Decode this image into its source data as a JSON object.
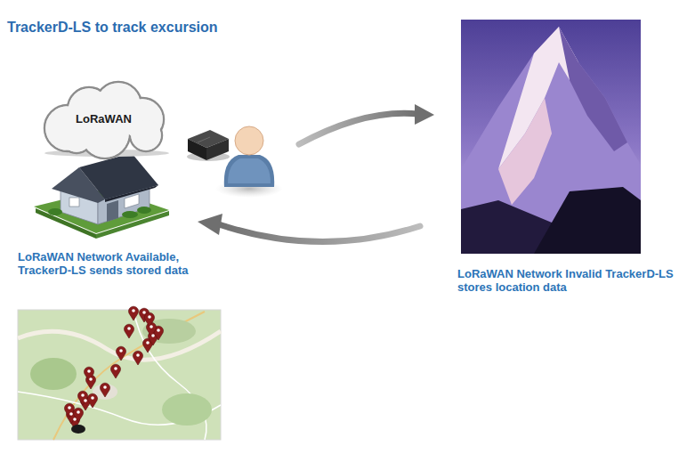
{
  "diagram": {
    "title": "TrackerD-LS to track excursion",
    "nodes": [
      {
        "text": [
          "LoRaWAN"
        ]
      }
    ],
    "labels": [
      "LoRaWAN Network Available, TrackerD-LS sends stored data",
      "LoRaWAN Network Invalid TrackerD-LS stores location data"
    ]
  }
}
